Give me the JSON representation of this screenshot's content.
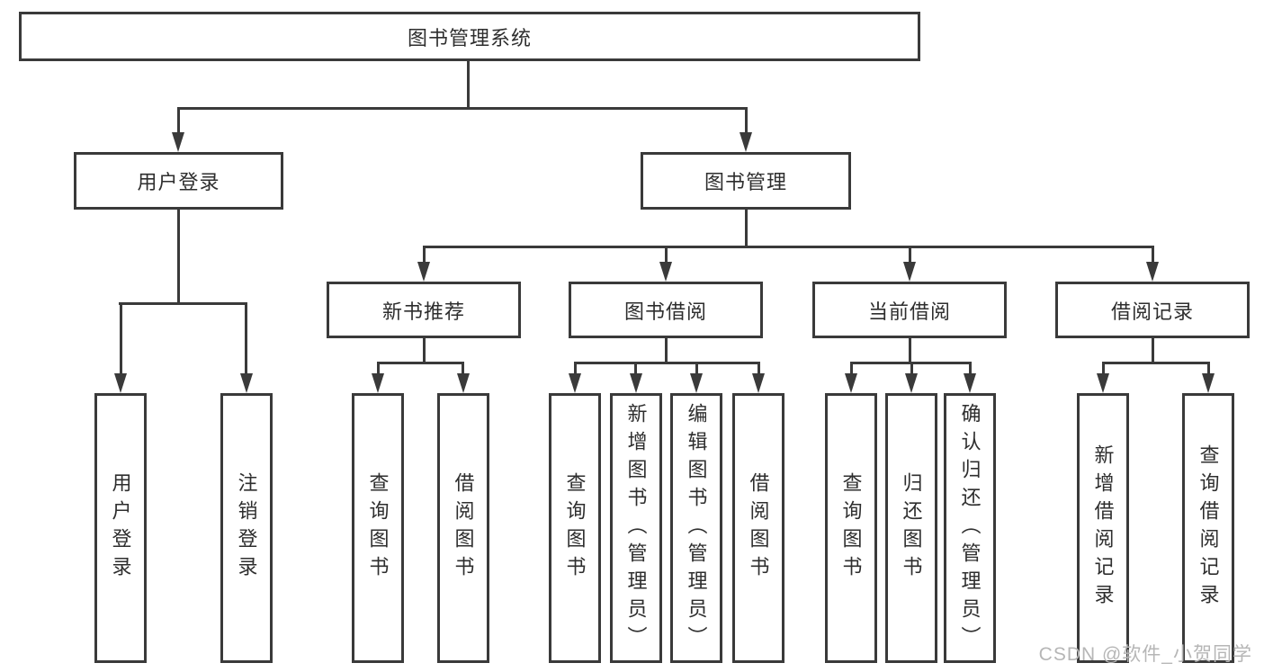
{
  "diagram": {
    "root": {
      "label": "图书管理系统",
      "children": [
        {
          "label": "用户登录",
          "children": [
            {
              "label": "用户登录"
            },
            {
              "label": "注销登录"
            }
          ]
        },
        {
          "label": "图书管理",
          "children": [
            {
              "label": "新书推荐",
              "children": [
                {
                  "label": "查询图书"
                },
                {
                  "label": "借阅图书"
                }
              ]
            },
            {
              "label": "图书借阅",
              "children": [
                {
                  "label": "查询图书"
                },
                {
                  "label": "新增图书（管理员）"
                },
                {
                  "label": "编辑图书（管理员）"
                },
                {
                  "label": "借阅图书"
                }
              ]
            },
            {
              "label": "当前借阅",
              "children": [
                {
                  "label": "查询图书"
                },
                {
                  "label": "归还图书"
                },
                {
                  "label": "确认归还（管理员）"
                }
              ]
            },
            {
              "label": "借阅记录",
              "children": [
                {
                  "label": "新增借阅记录"
                },
                {
                  "label": "查询借阅记录"
                }
              ]
            }
          ]
        }
      ]
    }
  },
  "watermark": {
    "text": "CSDN @软件_小贺同学"
  },
  "colors": {
    "line": "#3a3a3a",
    "text": "#2e2e2e",
    "watermark": "#b6b6b6",
    "background": "#ffffff"
  }
}
